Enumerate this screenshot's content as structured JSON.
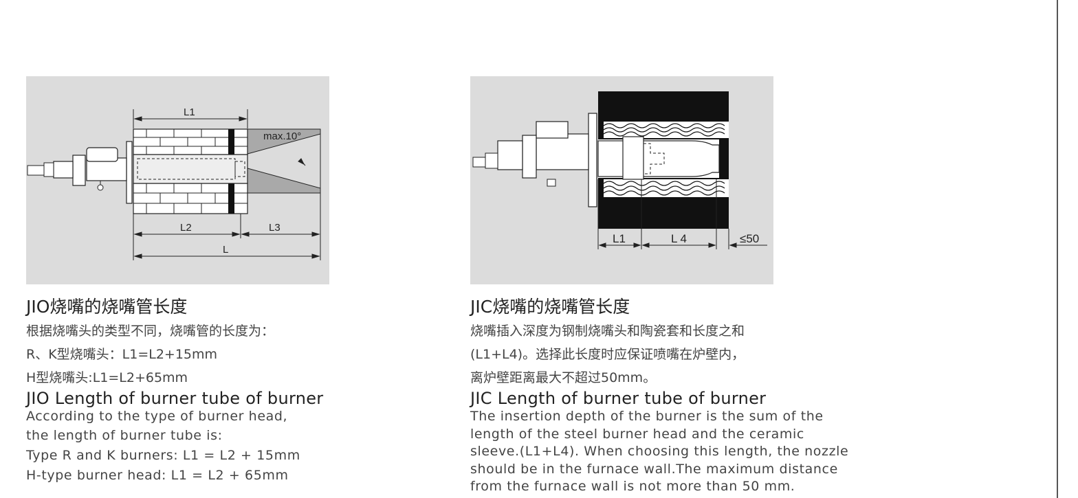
{
  "left": {
    "diagram": {
      "dim_l1": "L1",
      "dim_l2": "L2",
      "dim_l3": "L3",
      "dim_l": "L",
      "angle_label": "max.10°"
    },
    "zh_title": "JIO烧嘴的烧嘴管长度",
    "zh_lines": [
      "根据烧嘴头的类型不同，烧嘴管的长度为：",
      "R、K型烧嘴头：L1=L2+15mm",
      "H型烧嘴头:L1=L2+65mm"
    ],
    "en_title": "JIO Length of burner tube of burner",
    "en_lines": [
      "According to the type of burner head,",
      "the length of burner tube is:",
      "Type R and K burners: L1 = L2 + 15mm",
      "H-type burner head: L1 = L2 + 65mm"
    ]
  },
  "right": {
    "diagram": {
      "dim_l1": "L1",
      "dim_l4": "L 4",
      "dim_max": "≤50"
    },
    "zh_title": "JIC烧嘴的烧嘴管长度",
    "zh_lines": [
      "烧嘴插入深度为钢制烧嘴头和陶瓷套和长度之和",
      "(L1+L4)。选择此长度时应保证喷嘴在炉壁内，",
      "离炉壁距离最大不超过50mm。"
    ],
    "en_title": "JIC Length of burner tube of burner",
    "en_lines": [
      "The insertion depth of the burner is the sum of the",
      "length of the steel burner head and the ceramic",
      "sleeve.(L1+L4). When choosing this length, the nozzle",
      "should be in the furnace wall.The maximum distance",
      "from the furnace wall is not more than 50 mm."
    ]
  }
}
